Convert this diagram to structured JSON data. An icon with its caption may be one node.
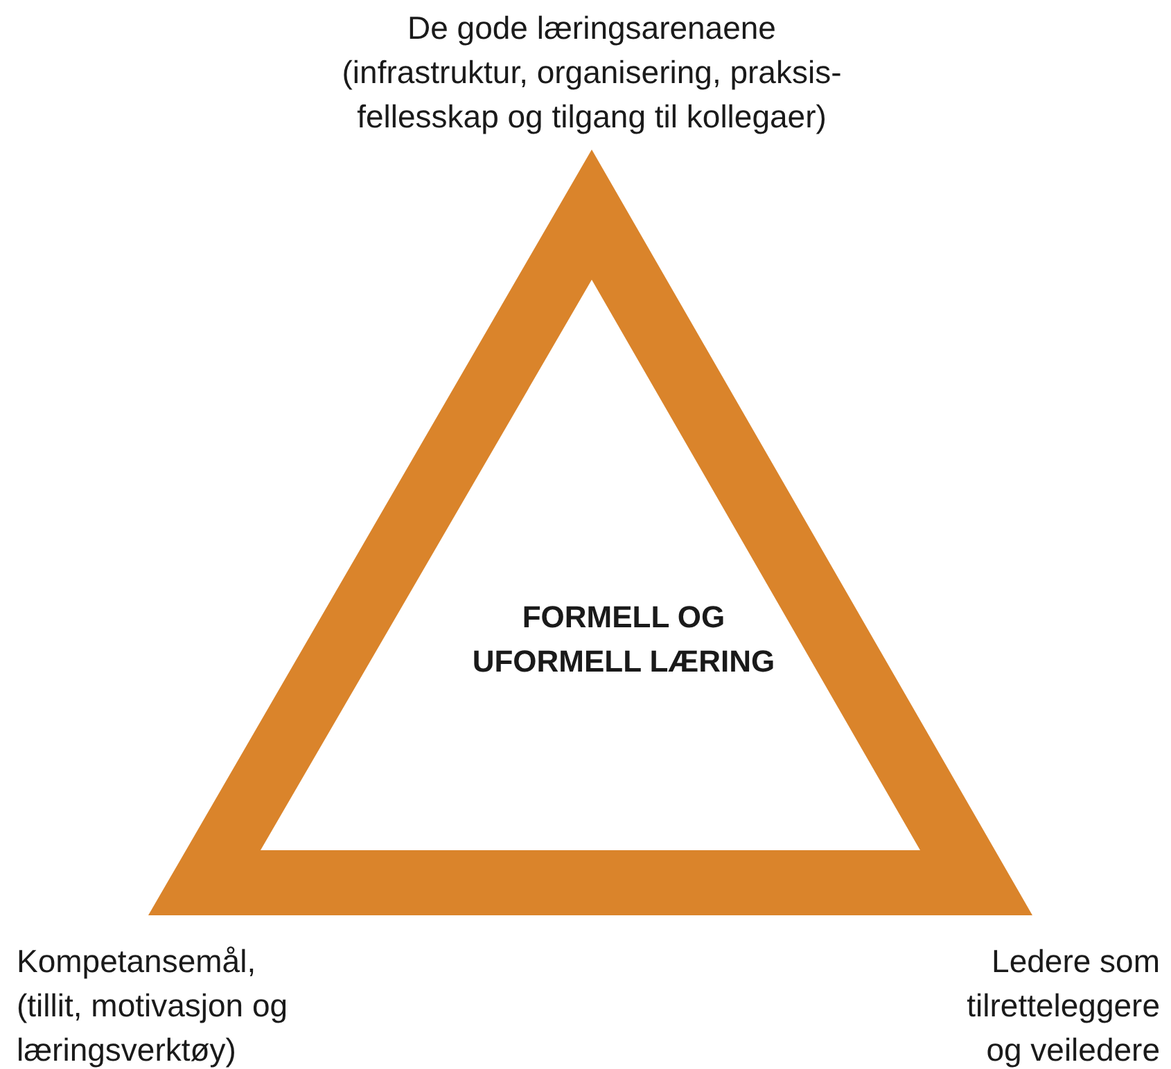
{
  "diagram": {
    "nodes": [
      {
        "text": [
          "FORMELL OG UFORMELL LÆRING"
        ]
      }
    ],
    "labels": [
      "De gode læringsarenaene",
      "(infrastruktur, organisering, praksis- fellesskap og tilgang til kollegaer)",
      "Kompetansemål,",
      "(tillit, motivasjon og læringsverktøy)",
      "Ledere som tilretteleggere og veiledere"
    ]
  }
}
